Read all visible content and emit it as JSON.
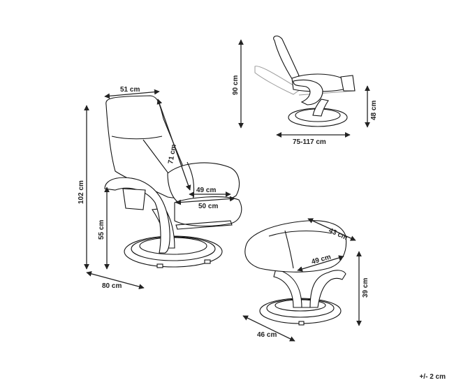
{
  "dimensions": {
    "chair_width": "51 cm",
    "back_height": "71 cm",
    "total_height": "102 cm",
    "seat_height": "55 cm",
    "depth": "80 cm",
    "seat_depth": "49 cm",
    "seat_width": "50 cm",
    "recline_height": "90 cm",
    "recline_length": "75-117 cm",
    "recline_side": "48 cm",
    "ottoman_width": "43 cm",
    "ottoman_top": "49 cm",
    "ottoman_height": "39 cm",
    "ottoman_depth": "46 cm"
  },
  "tolerance": "+/- 2 cm",
  "colors": {
    "line": "#111111",
    "dimension": "#222222",
    "ghost": "#999999"
  }
}
